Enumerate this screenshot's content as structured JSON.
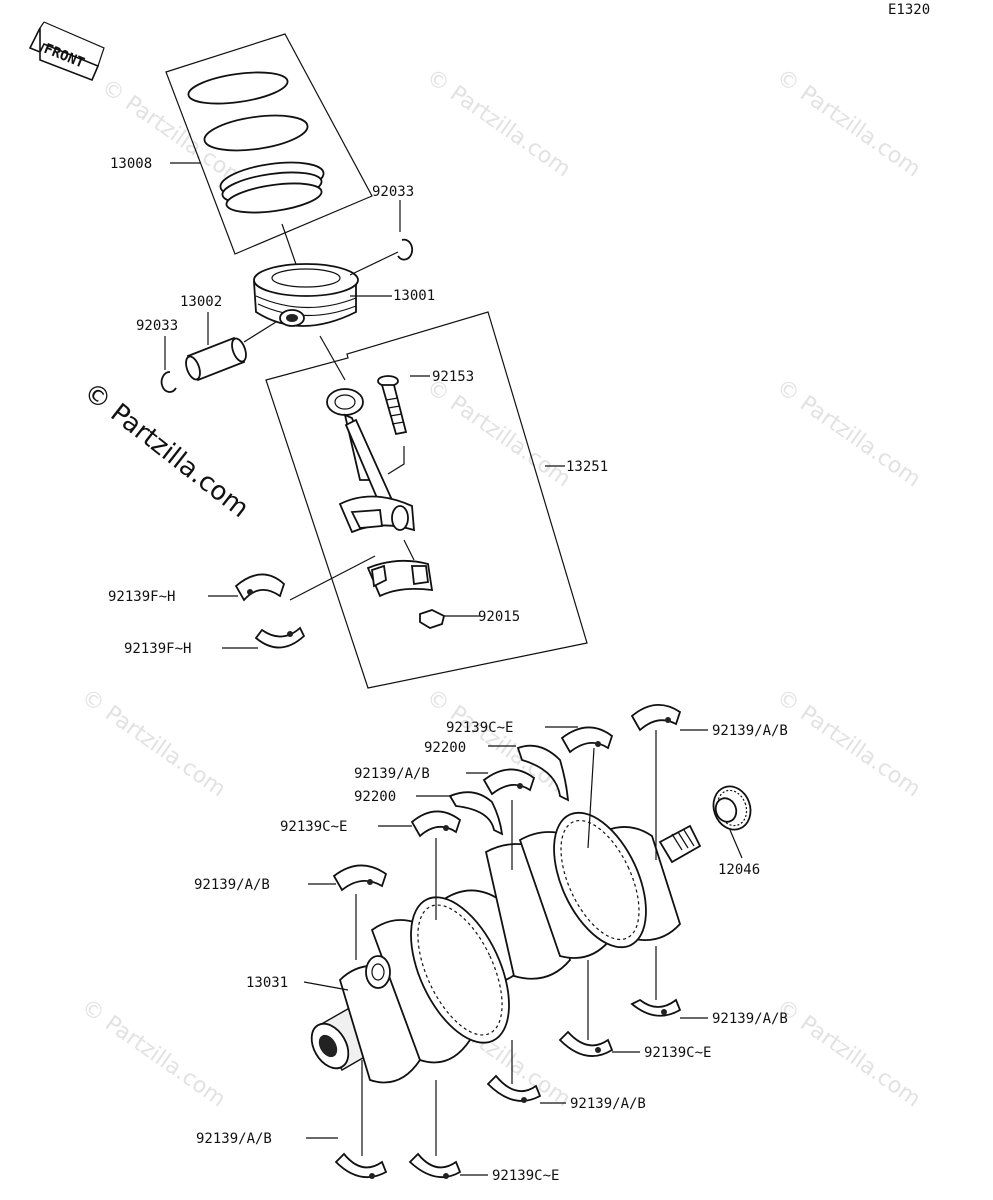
{
  "diagram_id": "E1320",
  "front_label": "FRONT",
  "watermark": "© Partzilla.com",
  "callouts": [
    {
      "id": "c13008",
      "text": "13008"
    },
    {
      "id": "c92033a",
      "text": "92033"
    },
    {
      "id": "c13002",
      "text": "13002"
    },
    {
      "id": "c13001",
      "text": "13001"
    },
    {
      "id": "c92033b",
      "text": "92033"
    },
    {
      "id": "c92153",
      "text": "92153"
    },
    {
      "id": "c13251",
      "text": "13251"
    },
    {
      "id": "c92139fh1",
      "text": "92139F~H"
    },
    {
      "id": "c92015",
      "text": "92015"
    },
    {
      "id": "c92139fh2",
      "text": "92139F~H"
    },
    {
      "id": "c92139ce1",
      "text": "92139C~E"
    },
    {
      "id": "c92200a",
      "text": "92200"
    },
    {
      "id": "c92139ab1",
      "text": "92139/A/B"
    },
    {
      "id": "c92139ab2",
      "text": "92139/A/B"
    },
    {
      "id": "c92200b",
      "text": "92200"
    },
    {
      "id": "c92139ce2",
      "text": "92139C~E"
    },
    {
      "id": "c12046",
      "text": "12046"
    },
    {
      "id": "c92139ab3",
      "text": "92139/A/B"
    },
    {
      "id": "c13031",
      "text": "13031"
    },
    {
      "id": "c92139ab4",
      "text": "92139/A/B"
    },
    {
      "id": "c92139ce3",
      "text": "92139C~E"
    },
    {
      "id": "c92139ab5",
      "text": "92139/A/B"
    },
    {
      "id": "c92139ab6",
      "text": "92139/A/B"
    },
    {
      "id": "c92139ce4",
      "text": "92139C~E"
    }
  ]
}
